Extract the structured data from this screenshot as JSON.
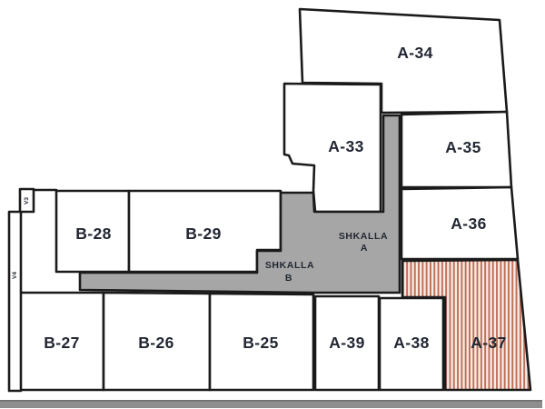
{
  "units": {
    "a33": "A-33",
    "a34": "A-34",
    "a35": "A-35",
    "a36": "A-36",
    "a37": "A-37",
    "a38": "A-38",
    "a39": "A-39",
    "b25": "B-25",
    "b26": "B-26",
    "b27": "B-27",
    "b28": "B-28",
    "b29": "B-29"
  },
  "stairwells": {
    "a": {
      "line1": "SHKALLA",
      "line2": "A"
    },
    "b": {
      "line1": "SHKALLA",
      "line2": "B"
    }
  },
  "markers": {
    "m1": "V3",
    "m2": "V4"
  },
  "highlighted_unit": "A-37",
  "colors": {
    "outline": "#1b1b1b",
    "unit_fill": "#ffffff",
    "stair_fill": "#a6a6a6",
    "hatch_stripe": "#bf6e57",
    "hatch_bg": "#f8ebe5",
    "label_text": "#222733",
    "footer_bar": "#8e8e8e",
    "background": "#ffffff"
  }
}
